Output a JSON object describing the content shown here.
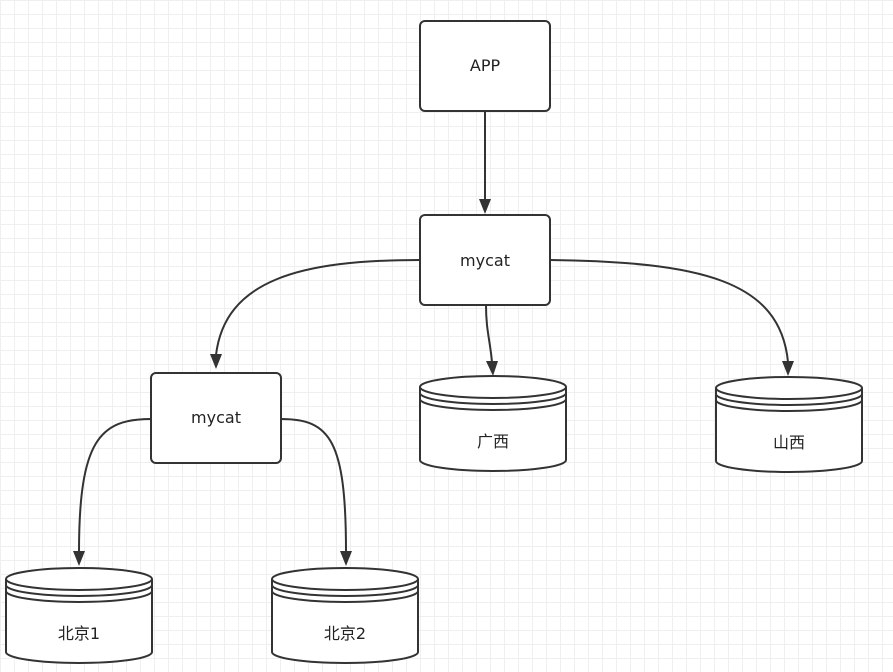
{
  "nodes": {
    "app": {
      "label": "APP"
    },
    "mycat_root": {
      "label": "mycat"
    },
    "mycat_child": {
      "label": "mycat"
    },
    "db_guangxi": {
      "label": "广西"
    },
    "db_shanxi": {
      "label": "山西"
    },
    "db_beijing1": {
      "label": "北京1"
    },
    "db_beijing2": {
      "label": "北京2"
    }
  },
  "edges": [
    {
      "from": "app",
      "to": "mycat_root"
    },
    {
      "from": "mycat_root",
      "to": "mycat_child"
    },
    {
      "from": "mycat_root",
      "to": "db_guangxi"
    },
    {
      "from": "mycat_root",
      "to": "db_shanxi"
    },
    {
      "from": "mycat_child",
      "to": "db_beijing1"
    },
    {
      "from": "mycat_child",
      "to": "db_beijing2"
    }
  ]
}
